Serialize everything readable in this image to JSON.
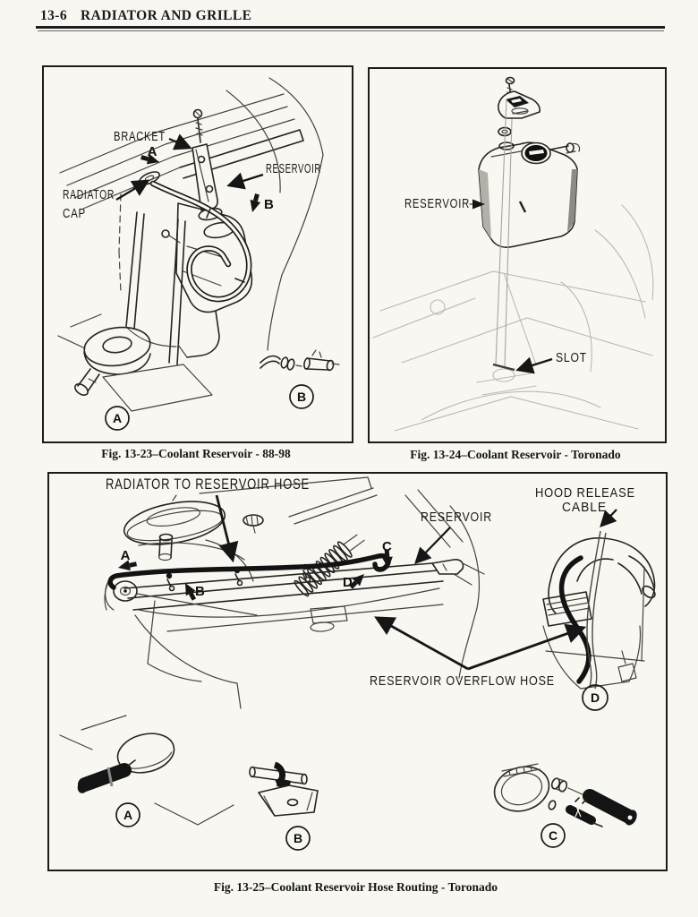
{
  "page": {
    "number": "13-6",
    "title": "RADIATOR AND GRILLE"
  },
  "fig1323": {
    "caption": "Fig. 13-23–Coolant Reservoir - 88-98",
    "label_bracket": "BRACKET",
    "label_reservoir": "RESERVOIR",
    "label_radiator": "RADIATOR",
    "label_cap": "CAP",
    "callout_a": "A",
    "callout_b": "B",
    "detail_a": "A",
    "detail_b": "B"
  },
  "fig1324": {
    "caption": "Fig. 13-24–Coolant Reservoir - Toronado",
    "label_reservoir": "RESERVOIR",
    "label_slot": "SLOT"
  },
  "fig1325": {
    "caption": "Fig. 13-25–Coolant Reservoir Hose Routing - Toronado",
    "label_hose": "RADIATOR TO RESERVOIR HOSE",
    "label_reservoir": "RESERVOIR",
    "label_hood1": "HOOD RELEASE",
    "label_hood2": "CABLE",
    "label_overflow": "RESERVOIR OVERFLOW HOSE",
    "callout_a": "A",
    "callout_b": "B",
    "callout_c": "C",
    "callout_d": "D",
    "detail_a": "A",
    "detail_b": "B",
    "detail_c": "C",
    "detail_d": "D"
  }
}
